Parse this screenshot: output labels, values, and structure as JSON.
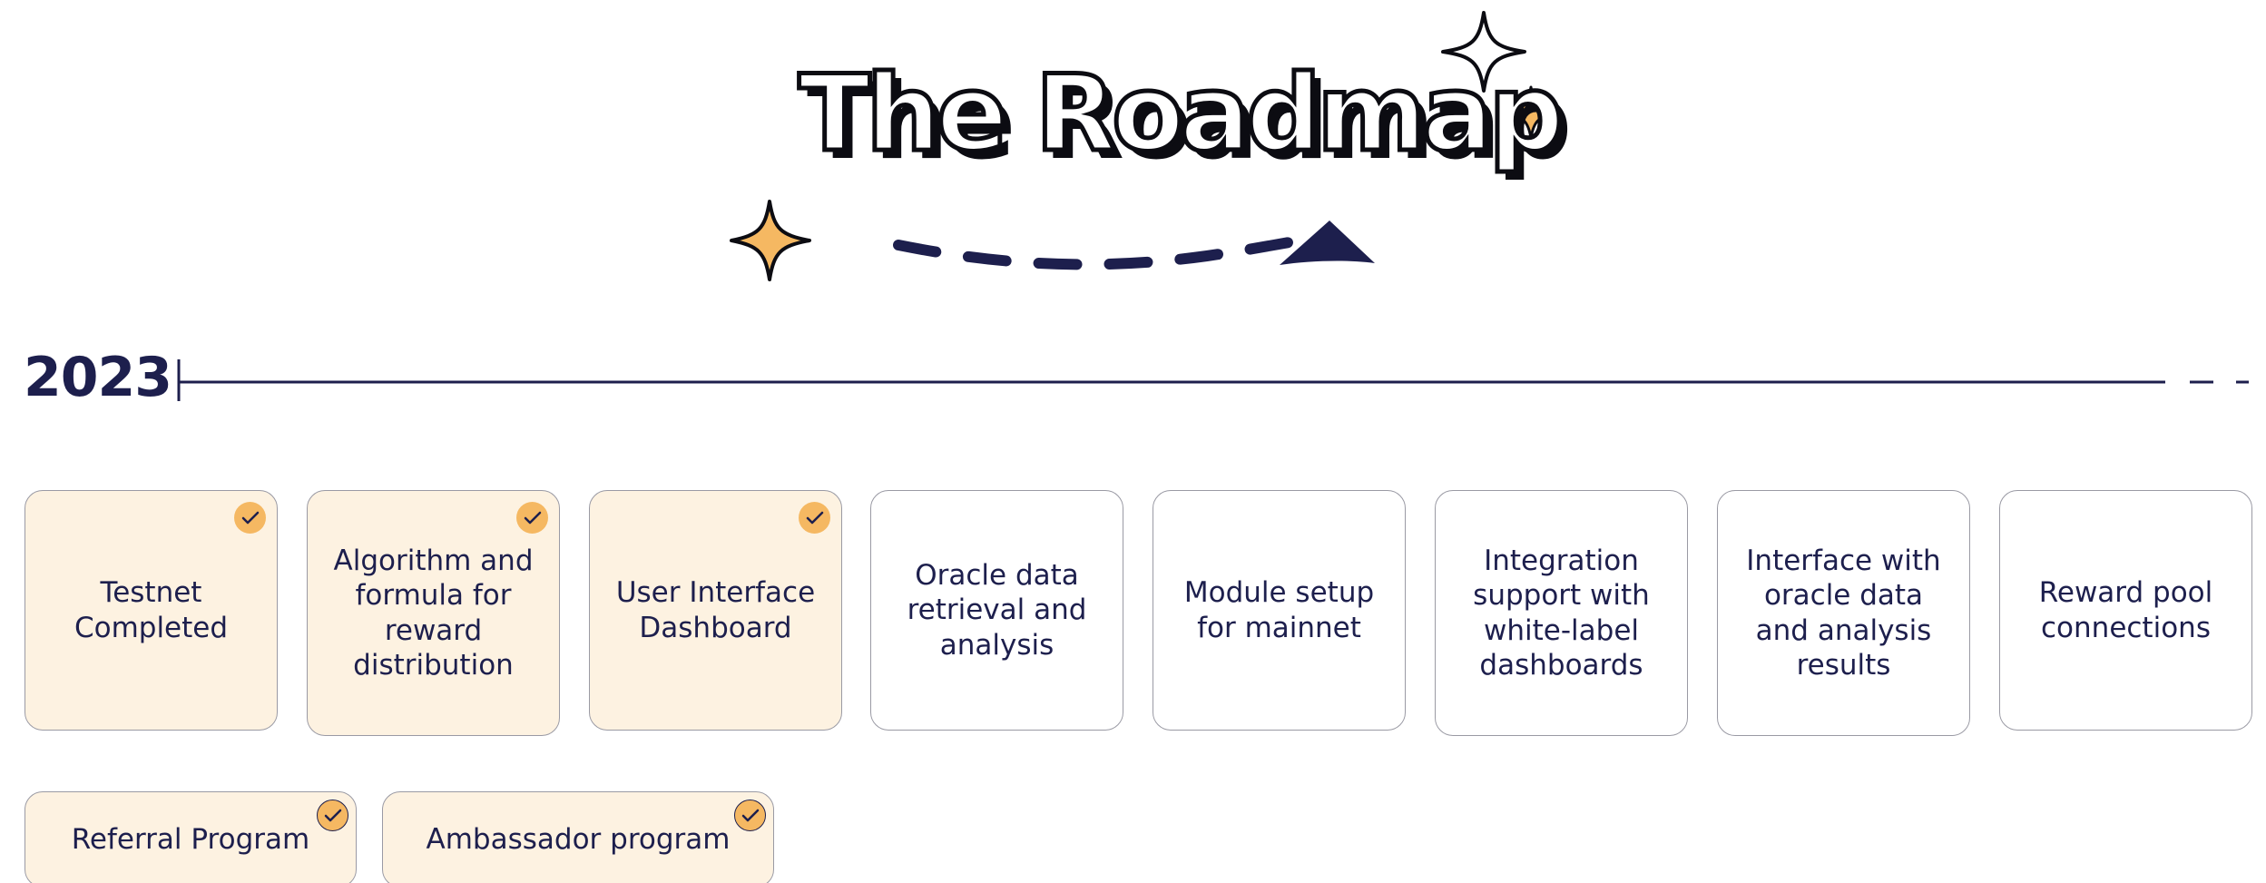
{
  "header": {
    "title": "The Roadmap"
  },
  "timeline": {
    "year": "2023"
  },
  "milestones": [
    {
      "label": "Testnet Completed",
      "completed": true
    },
    {
      "label": "Algorithm and formula for reward distribution",
      "completed": true
    },
    {
      "label": "User Interface Dashboard",
      "completed": true
    },
    {
      "label": "Oracle data retrieval and analysis",
      "completed": false
    },
    {
      "label": "Module setup for mainnet",
      "completed": false
    },
    {
      "label": "Integration support with white-label dashboards",
      "completed": false
    },
    {
      "label": "Interface with oracle data and analysis results",
      "completed": false
    },
    {
      "label": "Reward pool connections",
      "completed": false
    }
  ],
  "programs": [
    {
      "label": "Referral Program",
      "completed": true
    },
    {
      "label": "Ambassador program",
      "completed": true
    }
  ],
  "colors": {
    "navy": "#1d1f4d",
    "accent": "#f5b862",
    "done_bg": "#fdf2e1",
    "border": "#9a9aa4"
  },
  "icons": {
    "sparkle": "sparkle-star-icon",
    "arrow": "dashed-arrow-icon",
    "check": "check-icon"
  }
}
